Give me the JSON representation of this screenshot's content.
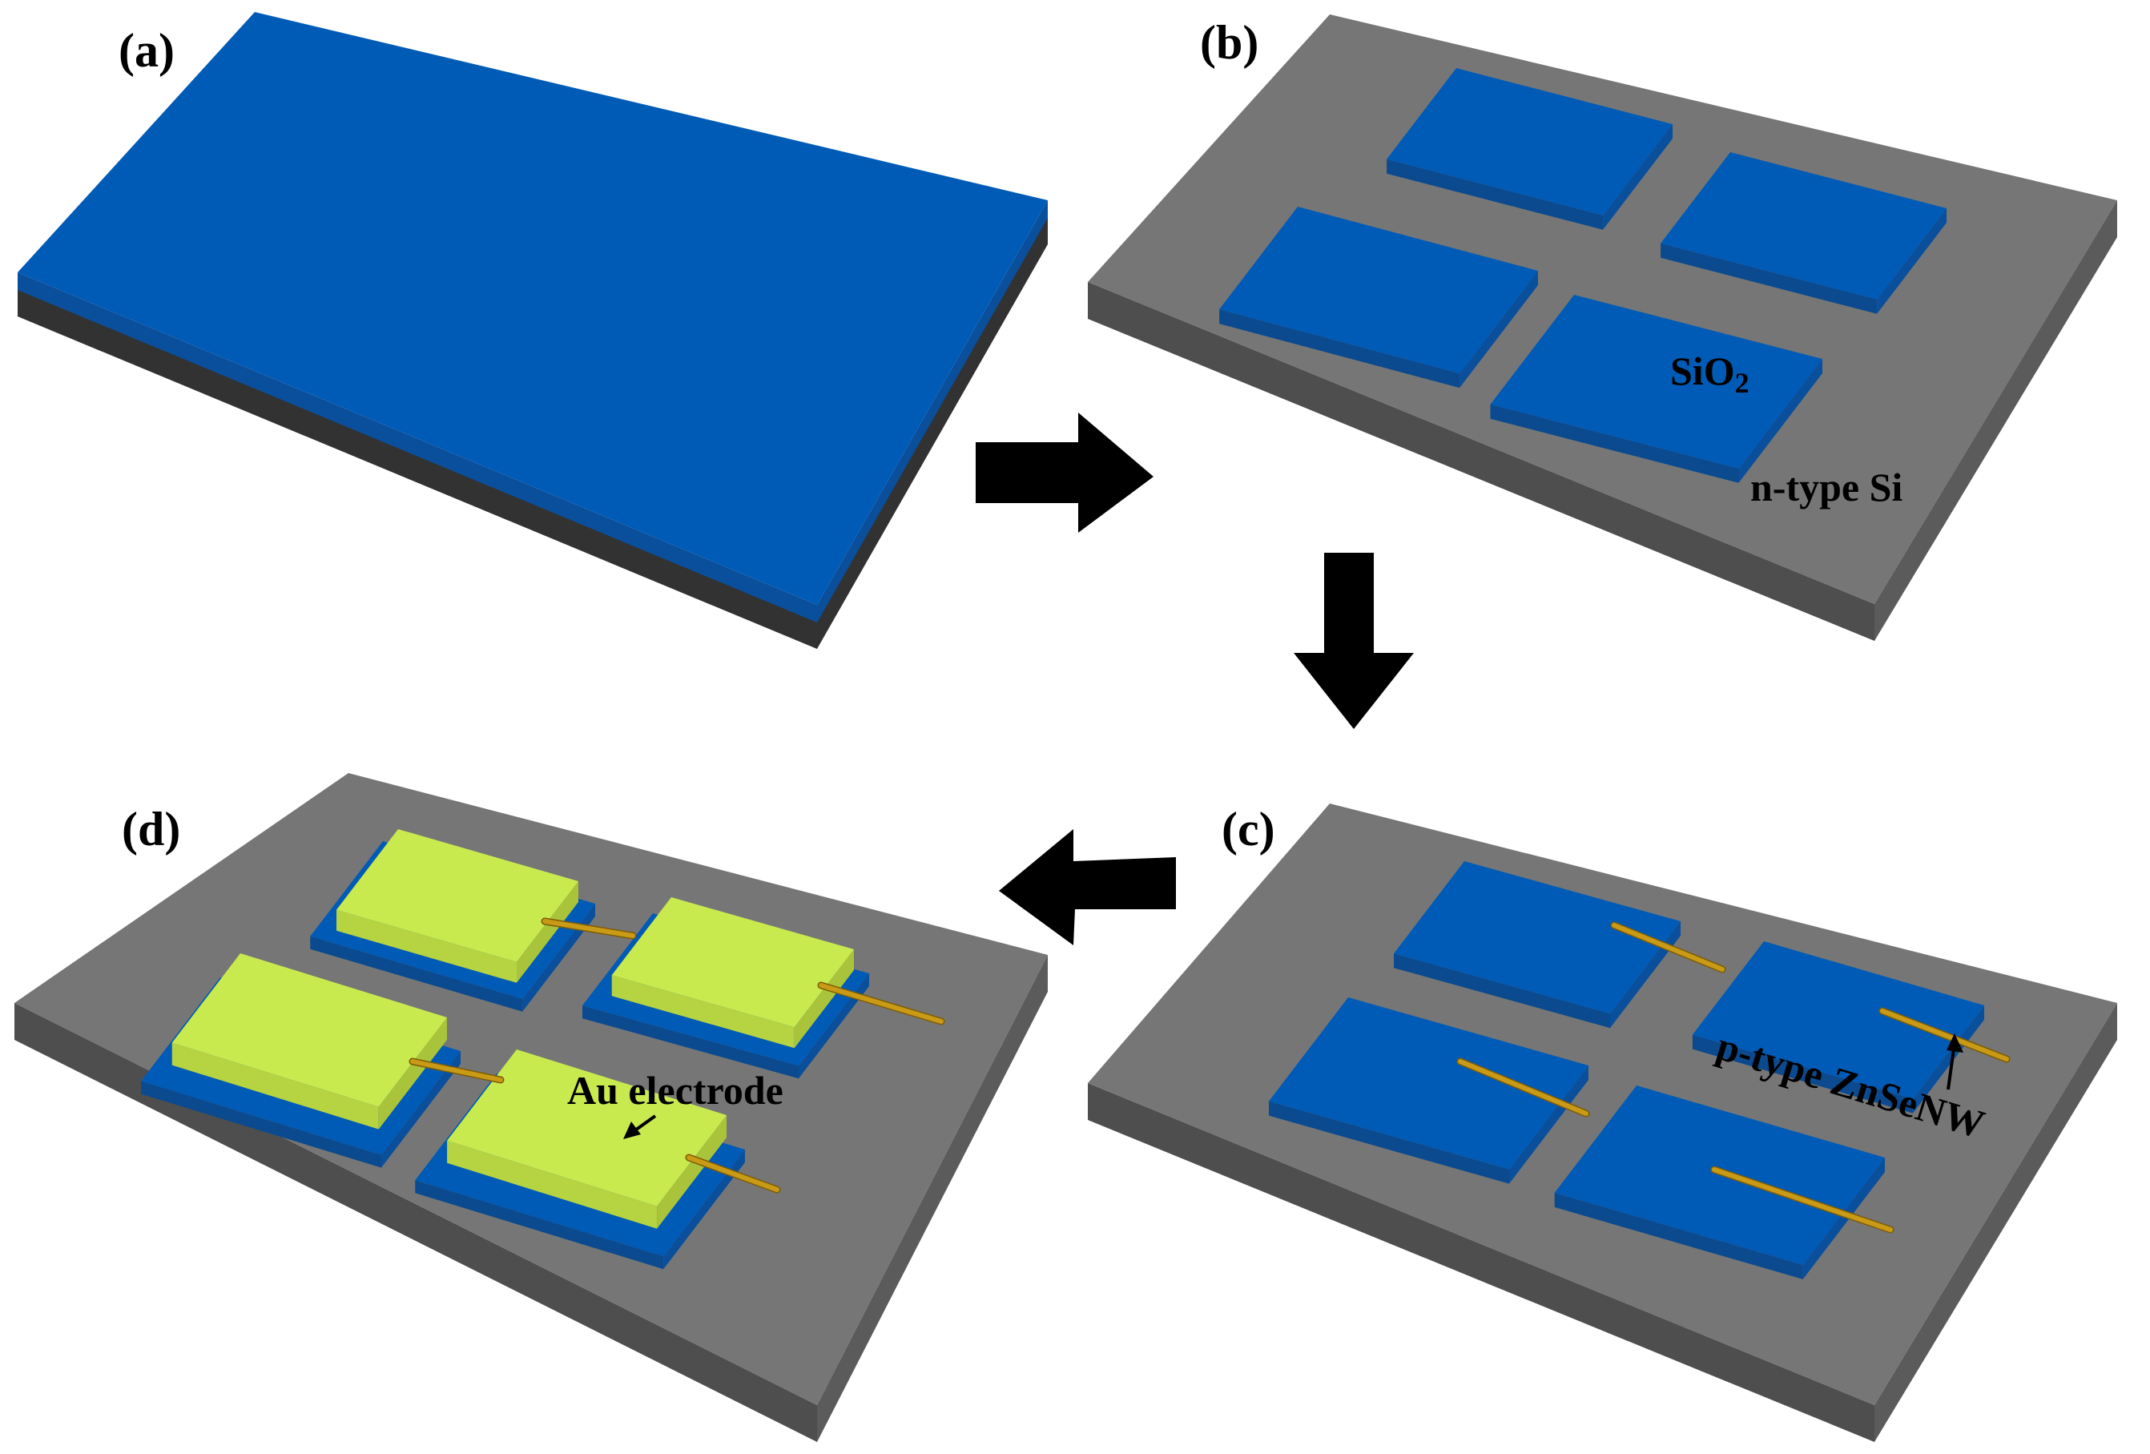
{
  "panels": {
    "a": {
      "label": "(a)"
    },
    "b": {
      "label": "(b)",
      "pad_label": "SiO",
      "pad_label_sub": "2",
      "substrate_label": "n-type Si"
    },
    "c": {
      "label": "(c)",
      "nanowire_label": "p-type ZnSeNW"
    },
    "d": {
      "label": "(d)",
      "electrode_label": "Au electrode"
    }
  },
  "colors": {
    "sio2_top": "#005bb6",
    "sio2_side": "#0a4f9c",
    "si_top": "#767676",
    "si_front": "#4e4e4e",
    "si_side": "#5b5b5b",
    "si_bottom_layer": "#323232",
    "au_top": "#c8ea4f",
    "au_side": "#a9c43a",
    "nanowire": "#c99a16",
    "nanowire_edge": "#7d5c08",
    "arrow": "#000000"
  }
}
